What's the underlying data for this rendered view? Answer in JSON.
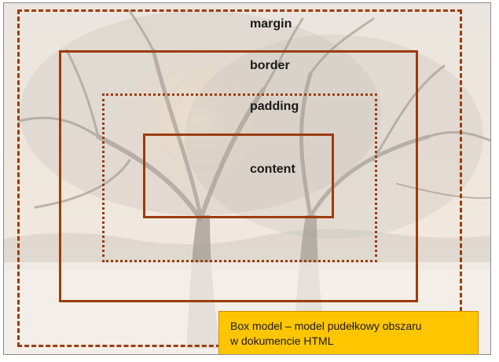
{
  "diagram": {
    "labels": {
      "margin": "margin",
      "border": "border",
      "padding": "padding",
      "content": "content"
    },
    "caption": {
      "line1": "Box model – model pudełkowy obszaru",
      "line2": "w dokumencie HTML"
    },
    "colors": {
      "box_stroke": "#9b3c0c",
      "caption_background": "#ffc600",
      "label_text": "#1a1a1a"
    }
  }
}
